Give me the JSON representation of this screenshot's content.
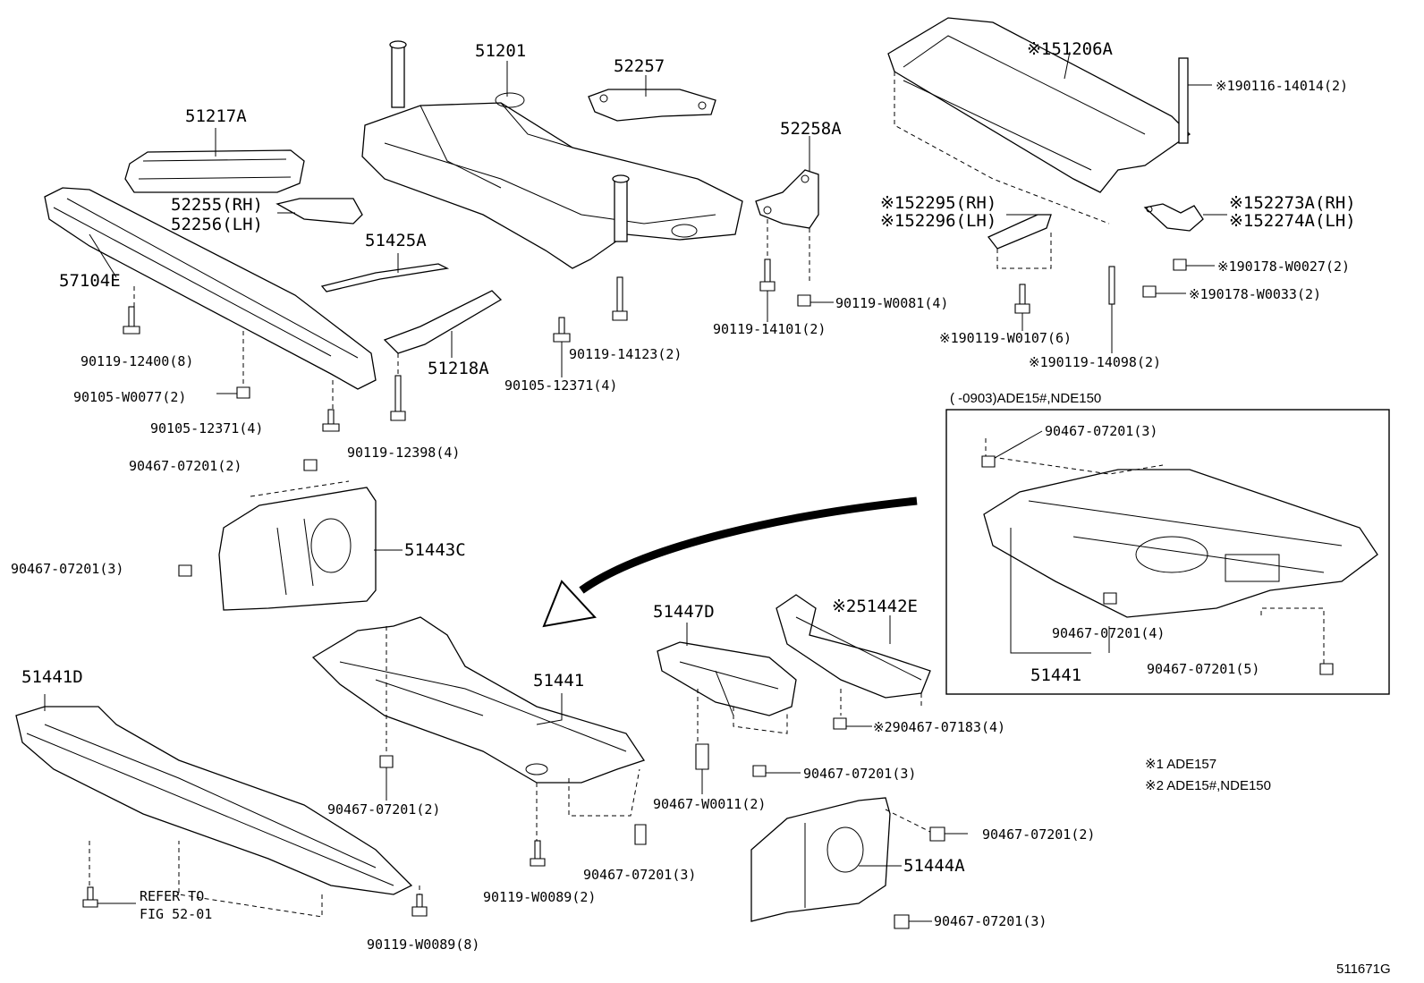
{
  "labels": {
    "p51201": "51201",
    "p52257": "52257",
    "p151206A": "※151206A",
    "p190116": "※190116-14014(2)",
    "p51217A": "51217A",
    "p52258A": "52258A",
    "p52255": "52255(RH)",
    "p52256": "52256(LH)",
    "p152295": "※152295(RH)",
    "p152296": "※152296(LH)",
    "p152273A": "※152273A(RH)",
    "p152274A": "※152274A(LH)",
    "p51425A": "51425A",
    "p190178_27": "※190178-W0027(2)",
    "p57104E": "57104E",
    "p190178_33": "※190178-W0033(2)",
    "p90119_w0081": "90119-W0081(4)",
    "p90119_14101": "90119-14101(2)",
    "p190119_w0107": "※190119-W0107(6)",
    "p90119_12400": "90119-12400(8)",
    "p90119_14123": "90119-14123(2)",
    "p190119_14098": "※190119-14098(2)",
    "p51218A": "51218A",
    "p90105_12371a": "90105-12371(4)",
    "p90105_w0077": "90105-W0077(2)",
    "p90105_12371b": "90105-12371(4)",
    "p90119_12398": "90119-12398(4)",
    "p90467_07201_2a": "90467-07201(2)",
    "p51443C": "51443C",
    "p90467_07201_3a": "90467-07201(3)",
    "inset_title": "(    -0903)ADE15#,NDE150",
    "inset_90467_3": "90467-07201(3)",
    "inset_90467_4": "90467-07201(4)",
    "inset_90467_5": "90467-07201(5)",
    "inset_51441": "51441",
    "p51447D": "51447D",
    "p251442E": "※251442E",
    "p51441": "51441",
    "p51441D": "51441D",
    "p290467_07183": "※290467-07183(4)",
    "p90467_07201_2b": "90467-07201(2)",
    "p90467_07201_3b": "90467-07201(3)",
    "p90467_w0011": "90467-W0011(2)",
    "p90467_07201_2c": "90467-07201(2)",
    "p51444A": "51444A",
    "p90467_07201_3c": "90467-07201(3)",
    "p90119_w0089_2": "90119-W0089(2)",
    "p90467_07201_3d": "90467-07201(3)",
    "refer1": "REFER TO",
    "refer2": "FIG 52-01",
    "p90119_w0089_8": "90119-W0089(8)",
    "note1": "※1  ADE157",
    "note2": "※2  ADE15#,NDE150",
    "fig_id": "511671G"
  }
}
